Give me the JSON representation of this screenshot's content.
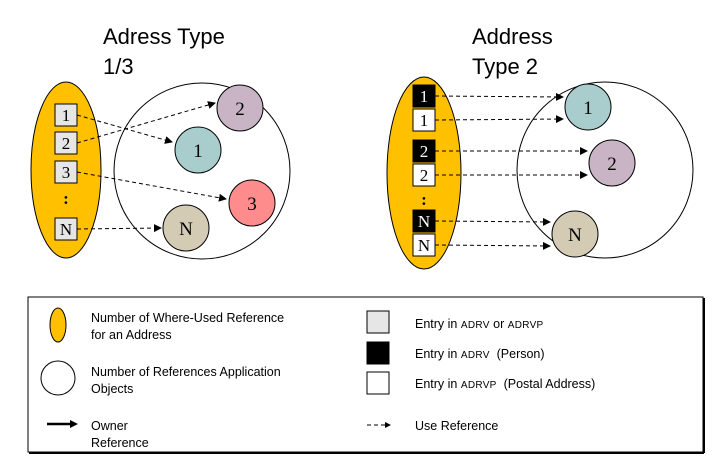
{
  "titles": {
    "left_line1": "Adress Type",
    "left_line2": "1/3",
    "right_line1": "Address",
    "right_line2": "Type 2"
  },
  "left_group": {
    "boxes": [
      "1",
      "2",
      "3",
      "N"
    ],
    "ellipsis": ":",
    "circles": [
      "2",
      "1",
      "3",
      "N"
    ],
    "box_color": "#e6e6e6"
  },
  "right_group": {
    "boxes_dark": [
      "1",
      "2",
      "N"
    ],
    "boxes_light": [
      "1",
      "2",
      "N"
    ],
    "ellipsis": ":",
    "circles": [
      "1",
      "2",
      "N"
    ]
  },
  "colors": {
    "ellipse_fill": "#ffc000",
    "circle_teal": "#a9cccc",
    "circle_mauve": "#c8b4c4",
    "circle_pink": "#ff8c8c",
    "circle_tan": "#d4cbb4"
  },
  "legend": {
    "ellipse_label_1": "Number of Where-Used Reference",
    "ellipse_label_2": "for an Address",
    "circle_label_1": "Number of References Application",
    "circle_label_2": "Objects",
    "owner_label_1": "Owner",
    "owner_label_2": "Reference",
    "gray_label_prefix": "Entry in ",
    "gray_label_code1": "ADRV",
    "gray_label_mid": " or ",
    "gray_label_code2": "ADRVP",
    "black_label_prefix": "Entry in ",
    "black_label_code": "ADRV",
    "black_label_suffix": "  (Person)",
    "white_label_prefix": "Entry in ",
    "white_label_code": "ADRVP",
    "white_label_suffix": "  (Postal Address)",
    "use_label": "Use Reference"
  }
}
